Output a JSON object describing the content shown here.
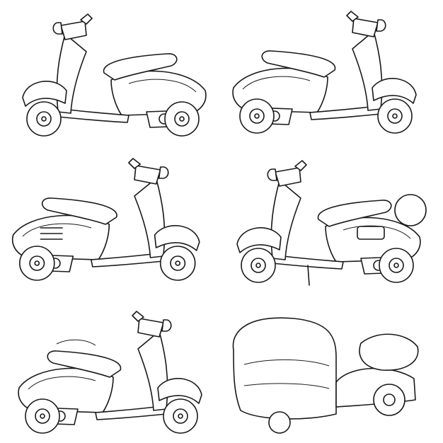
{
  "canvas": {
    "background": "#ffffff",
    "stroke_color": "#1a1a1a"
  },
  "illustration": {
    "style": "line-art coloring page",
    "scooters": [
      {
        "id": "scooter-1",
        "facing": "left"
      },
      {
        "id": "scooter-2",
        "facing": "right"
      },
      {
        "id": "scooter-3",
        "facing": "right"
      },
      {
        "id": "scooter-4",
        "facing": "left"
      },
      {
        "id": "scooter-5",
        "facing": "right"
      },
      {
        "id": "scooter-6",
        "facing": "left"
      }
    ]
  }
}
